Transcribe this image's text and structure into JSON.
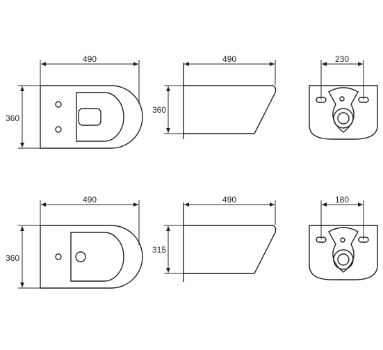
{
  "diagram": {
    "row1": {
      "top_view": {
        "width_label": "490",
        "height_label": "360"
      },
      "side_view": {
        "width_label": "490",
        "height_label": "360"
      },
      "back_view": {
        "width_label": "230"
      }
    },
    "row2": {
      "top_view": {
        "width_label": "490",
        "height_label": "360"
      },
      "side_view": {
        "width_label": "490",
        "height_label": "315"
      },
      "back_view": {
        "width_label": "180"
      }
    }
  }
}
